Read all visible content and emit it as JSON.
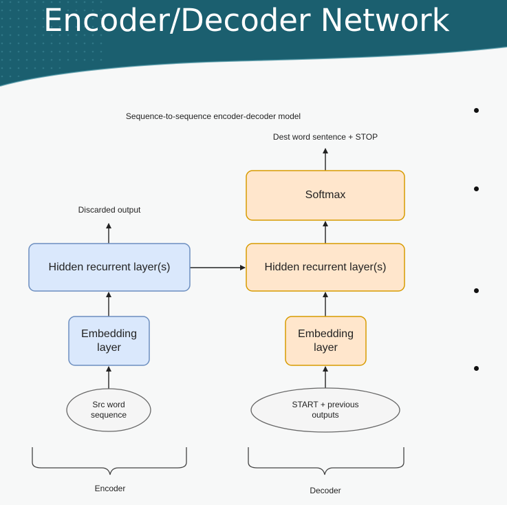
{
  "slide": {
    "title": "Encoder/Decoder Network"
  },
  "diagram": {
    "caption": "Sequence-to-sequence encoder-decoder model",
    "encoder": {
      "output_label": "Discarded output",
      "hidden_layer": "Hidden recurrent layer(s)",
      "embedding_line1": "Embedding",
      "embedding_line2": "layer",
      "input_line1": "Src word",
      "input_line2": "sequence",
      "group_label": "Encoder"
    },
    "decoder": {
      "output_label": "Dest word sentence + STOP",
      "softmax": "Softmax",
      "hidden_layer": "Hidden recurrent layer(s)",
      "embedding_line1": "Embedding",
      "embedding_line2": "layer",
      "input_line1": "START + previous",
      "input_line2": "outputs",
      "group_label": "Decoder"
    }
  },
  "colors": {
    "header_teal": "#1b5f6f",
    "encoder_fill": "#dae8fc",
    "encoder_stroke": "#6c8ebf",
    "decoder_fill": "#ffe6cc",
    "decoder_stroke": "#d79b00",
    "ellipse_fill": "#f5f5f5",
    "ellipse_stroke": "#666666"
  },
  "bullets": {
    "count": 4
  }
}
